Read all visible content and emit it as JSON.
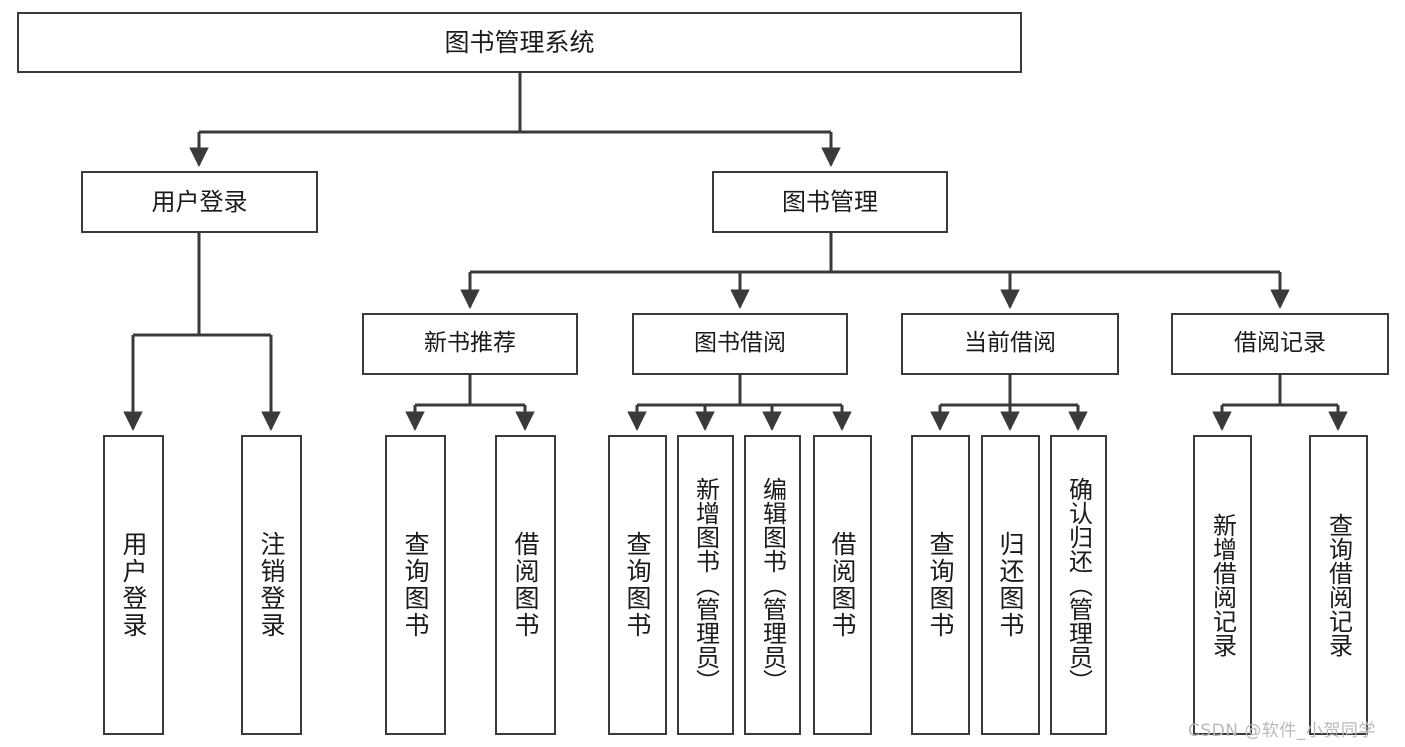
{
  "diagram": {
    "type": "hierarchy-tree",
    "title": "图书管理系统",
    "watermark": "CSDN @软件_小贺同学",
    "colors": {
      "background": "#ffffff",
      "stroke": "#3a3a3a",
      "text": "#1b1b1b",
      "watermark": "#b9b9b9"
    },
    "nodes": {
      "root": {
        "label": "图书管理系统"
      },
      "level1": [
        {
          "id": "user-login",
          "label": "用户登录"
        },
        {
          "id": "book-management",
          "label": "图书管理"
        }
      ],
      "level2": [
        {
          "id": "new-book-recommend",
          "label": "新书推荐"
        },
        {
          "id": "book-borrow",
          "label": "图书借阅"
        },
        {
          "id": "current-borrow",
          "label": "当前借阅"
        },
        {
          "id": "borrow-record",
          "label": "借阅记录"
        }
      ],
      "leaves": {
        "user-login": [
          {
            "id": "leaf-user-login",
            "label": "用户登录"
          },
          {
            "id": "leaf-logout-login",
            "label": "注销登录"
          }
        ],
        "new-book-recommend": [
          {
            "id": "leaf-query-book-1",
            "label": "查询图书"
          },
          {
            "id": "leaf-borrow-book-1",
            "label": "借阅图书"
          }
        ],
        "book-borrow": [
          {
            "id": "leaf-query-book-2",
            "label": "查询图书"
          },
          {
            "id": "leaf-add-book",
            "label": "新增图书（管理员）"
          },
          {
            "id": "leaf-edit-book",
            "label": "编辑图书（管理员）"
          },
          {
            "id": "leaf-borrow-book-2",
            "label": "借阅图书"
          }
        ],
        "current-borrow": [
          {
            "id": "leaf-query-book-3",
            "label": "查询图书"
          },
          {
            "id": "leaf-return-book",
            "label": "归还图书"
          },
          {
            "id": "leaf-confirm-return",
            "label": "确认归还（管理员）"
          }
        ],
        "borrow-record": [
          {
            "id": "leaf-add-record",
            "label": "新增借阅记录"
          },
          {
            "id": "leaf-query-record",
            "label": "查询借阅记录"
          }
        ]
      }
    }
  }
}
